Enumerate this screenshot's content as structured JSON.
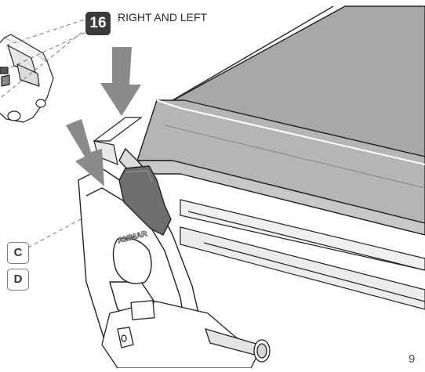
{
  "step": {
    "number": "16",
    "caption": "RIGHT AND LEFT"
  },
  "labels": {
    "c": "C",
    "d": "D"
  },
  "brand_logo_text": "AMMAR",
  "page_number": "9",
  "icons": [
    "arrow-down-icon",
    "campervan-icon"
  ],
  "colors": {
    "badge": "#3a3a3a",
    "arrow": "#8a8a8a",
    "highlight_part": "#6e6e6e",
    "fabric": "#a8a8a8",
    "line": "#222222"
  }
}
